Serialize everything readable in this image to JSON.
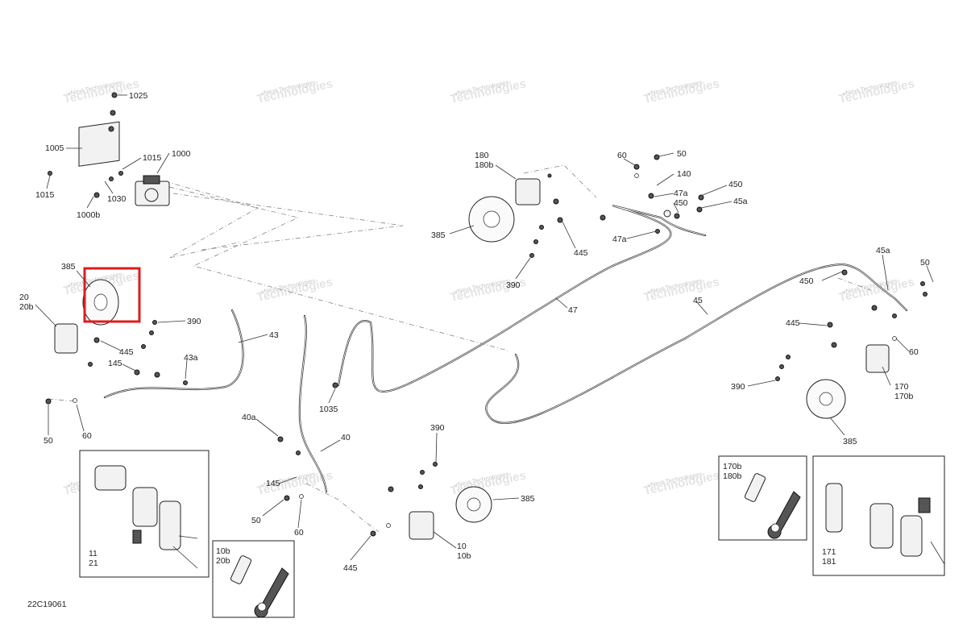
{
  "diagram_ref": "22C19061",
  "watermark": {
    "line1": "vNext Technologies",
    "line2": "Technologies"
  },
  "callouts": {
    "c1025": "1025",
    "c1005": "1005",
    "c1015a": "1015",
    "c1015b": "1015",
    "c1000": "1000",
    "c1030": "1030",
    "c1000b": "1000b",
    "c180": "180",
    "c180b": "180b",
    "c385top": "385",
    "c445top": "445",
    "c390top": "390",
    "c60top": "60",
    "c50top": "50",
    "c140": "140",
    "c47a": "47a",
    "c450top": "450",
    "c47a2": "47a",
    "c450r": "450",
    "c45a": "45a",
    "c47": "47",
    "c45": "45",
    "c385l": "385",
    "c20": "20",
    "c20b": "20b",
    "c390l": "390",
    "c445l": "445",
    "c43": "43",
    "c145l": "145",
    "c43a": "43a",
    "c50l": "50",
    "c60l": "60",
    "c1035": "1035",
    "c40a": "40a",
    "c40": "40",
    "c145b": "145",
    "c50b": "50",
    "c60b": "60",
    "c390b": "390",
    "c385b": "385",
    "c445b": "445",
    "c10": "10",
    "c10b": "10b",
    "c450rr": "450",
    "c45ar": "45a",
    "c50r": "50",
    "c445r": "445",
    "c60r": "60",
    "c390r": "390",
    "c170": "170",
    "c170b": "170b",
    "c385r": "385",
    "box11": "11",
    "box21": "21",
    "box10b": "10b",
    "box20b": "20b",
    "box170b": "170b",
    "box180b": "180b",
    "box171": "171",
    "box181": "181"
  }
}
